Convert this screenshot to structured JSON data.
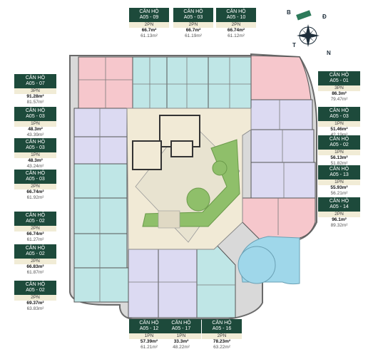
{
  "compass": {
    "b": "B",
    "d": "Đ",
    "t": "T",
    "n": "N"
  },
  "labels": {
    "a0509": {
      "h1": "CĂN HỘ",
      "h2": "A05 - 09",
      "pn": "2PN",
      "a1": "66.7m²",
      "a2": "61.13m²"
    },
    "a0503t": {
      "h1": "CĂN HỘ",
      "h2": "A05 - 03",
      "pn": "2PN",
      "a1": "66.7m²",
      "a2": "61.19m²"
    },
    "a0510": {
      "h1": "CĂN HỘ",
      "h2": "A05 - 10",
      "pn": "2PN",
      "a1": "66.74m²",
      "a2": "61.12m²"
    },
    "a0507": {
      "h1": "CĂN HỘ",
      "h2": "A05 - 07",
      "pn": "3PN",
      "a1": "91.28m²",
      "a2": "81.57m²"
    },
    "a0503l1": {
      "h1": "CĂN HỘ",
      "h2": "A05 - 03",
      "pn": "1PN",
      "a1": "48.3m²",
      "a2": "43.39m²"
    },
    "a0503l2": {
      "h1": "CĂN HỘ",
      "h2": "A05 - 03",
      "pn": "1PN",
      "a1": "48.3m²",
      "a2": "43.24m²"
    },
    "a0503l3": {
      "h1": "CĂN HỘ",
      "h2": "A05 - 03",
      "pn": "2PN",
      "a1": "66.74m²",
      "a2": "61.92m²"
    },
    "a0502l1": {
      "h1": "CĂN HỘ",
      "h2": "A05 - 02",
      "pn": "2PN",
      "a1": "66.74m²",
      "a2": "61.27m²"
    },
    "a0502l2": {
      "h1": "CĂN HỘ",
      "h2": "A05 - 02",
      "pn": "2PN",
      "a1": "66.83m²",
      "a2": "61.87m²"
    },
    "a0502l3": {
      "h1": "CĂN HỘ",
      "h2": "A05 - 02",
      "pn": "2PN",
      "a1": "69.37m²",
      "a2": "63.83m²"
    },
    "a0501": {
      "h1": "CĂN HỘ",
      "h2": "A05 - 01",
      "pn": "3PN",
      "a1": "86.3m²",
      "a2": "79.47m²"
    },
    "a0503r": {
      "h1": "CĂN HỘ",
      "h2": "A05 - 03",
      "pn": "1PN",
      "a1": "51.46m²",
      "a2": "42.19m²"
    },
    "a0502r": {
      "h1": "CĂN HỘ",
      "h2": "A05 - 02",
      "pn": "1PN",
      "a1": "56.13m²",
      "a2": "51.82m²"
    },
    "a0513": {
      "h1": "CĂN HỘ",
      "h2": "A05 - 13",
      "pn": "1PN",
      "a1": "55.93m²",
      "a2": "56.21m²"
    },
    "a0514": {
      "h1": "CĂN HỘ",
      "h2": "A05 - 14",
      "pn": "2PN",
      "a1": "96.1m²",
      "a2": "89.32m²"
    },
    "a0512": {
      "h1": "CĂN HỘ",
      "h2": "A05 - 12",
      "pn": "1PN",
      "a1": "57.39m²",
      "a2": "61.21m²"
    },
    "a0517": {
      "h1": "CĂN HỘ",
      "h2": "A05 - 17",
      "pn": "1PN",
      "a1": "33.3m²",
      "a2": "48.22m²"
    },
    "a0516": {
      "h1": "CĂN HỘ",
      "h2": "A05 - 16",
      "pn": "2PN",
      "a1": "78.23m²",
      "a2": "63.22m²"
    }
  },
  "colors": {
    "dark_green": "#1d4a3b",
    "pink_unit": "#f6c7cc",
    "teal_unit": "#bfe6e6",
    "lavender_unit": "#dcdaf2",
    "courtyard": "#f1ead6",
    "lawn": "#8fbf6a",
    "pool": "#9fd7ea"
  }
}
